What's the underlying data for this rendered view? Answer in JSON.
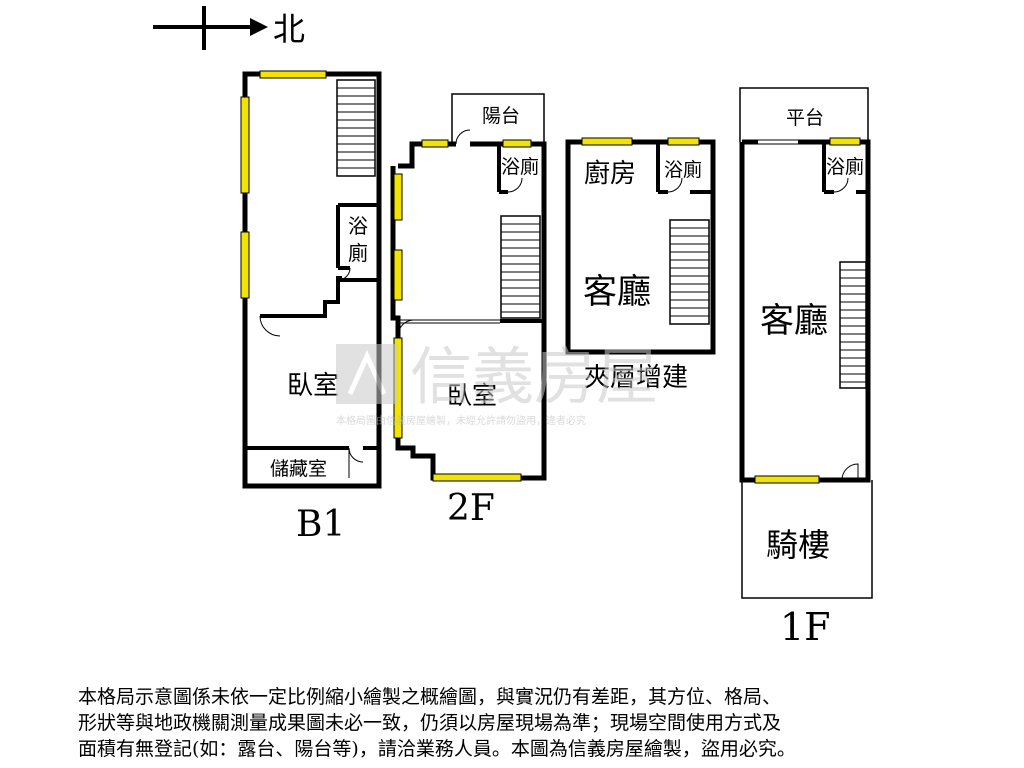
{
  "compass": {
    "label": "北"
  },
  "floors": [
    {
      "name": "B1",
      "rooms": [
        "浴",
        "廁",
        "臥室",
        "儲藏室"
      ]
    },
    {
      "name": "2F",
      "rooms": [
        "陽台",
        "浴廁",
        "臥室"
      ]
    },
    {
      "name": "夾層",
      "rooms": [
        "廚房",
        "浴廁",
        "客廳",
        "夾層增建"
      ]
    },
    {
      "name": "1F",
      "rooms": [
        "平台",
        "浴廁",
        "客廳",
        "騎樓"
      ]
    }
  ],
  "watermark": {
    "brand": "信義房屋",
    "notice": "本格局圖由信義房屋繪製，未經允許請勿盜用，違者必究"
  },
  "disclaimer": [
    "本格局示意圖係未依一定比例縮小繪製之概繪圖，與實況仍有差距，其方位、格局、",
    "形狀等與地政機關測量成果圖未必一致，仍須以房屋現場為準；現場空間使用方式及",
    "面積有無登記(如：露台、陽台等)，請洽業務人員。本圖為信義房屋繪製，盜用必究。"
  ],
  "colors": {
    "wall": "#000000",
    "window": "#f2e400",
    "watermark": "#c9c9c9"
  }
}
